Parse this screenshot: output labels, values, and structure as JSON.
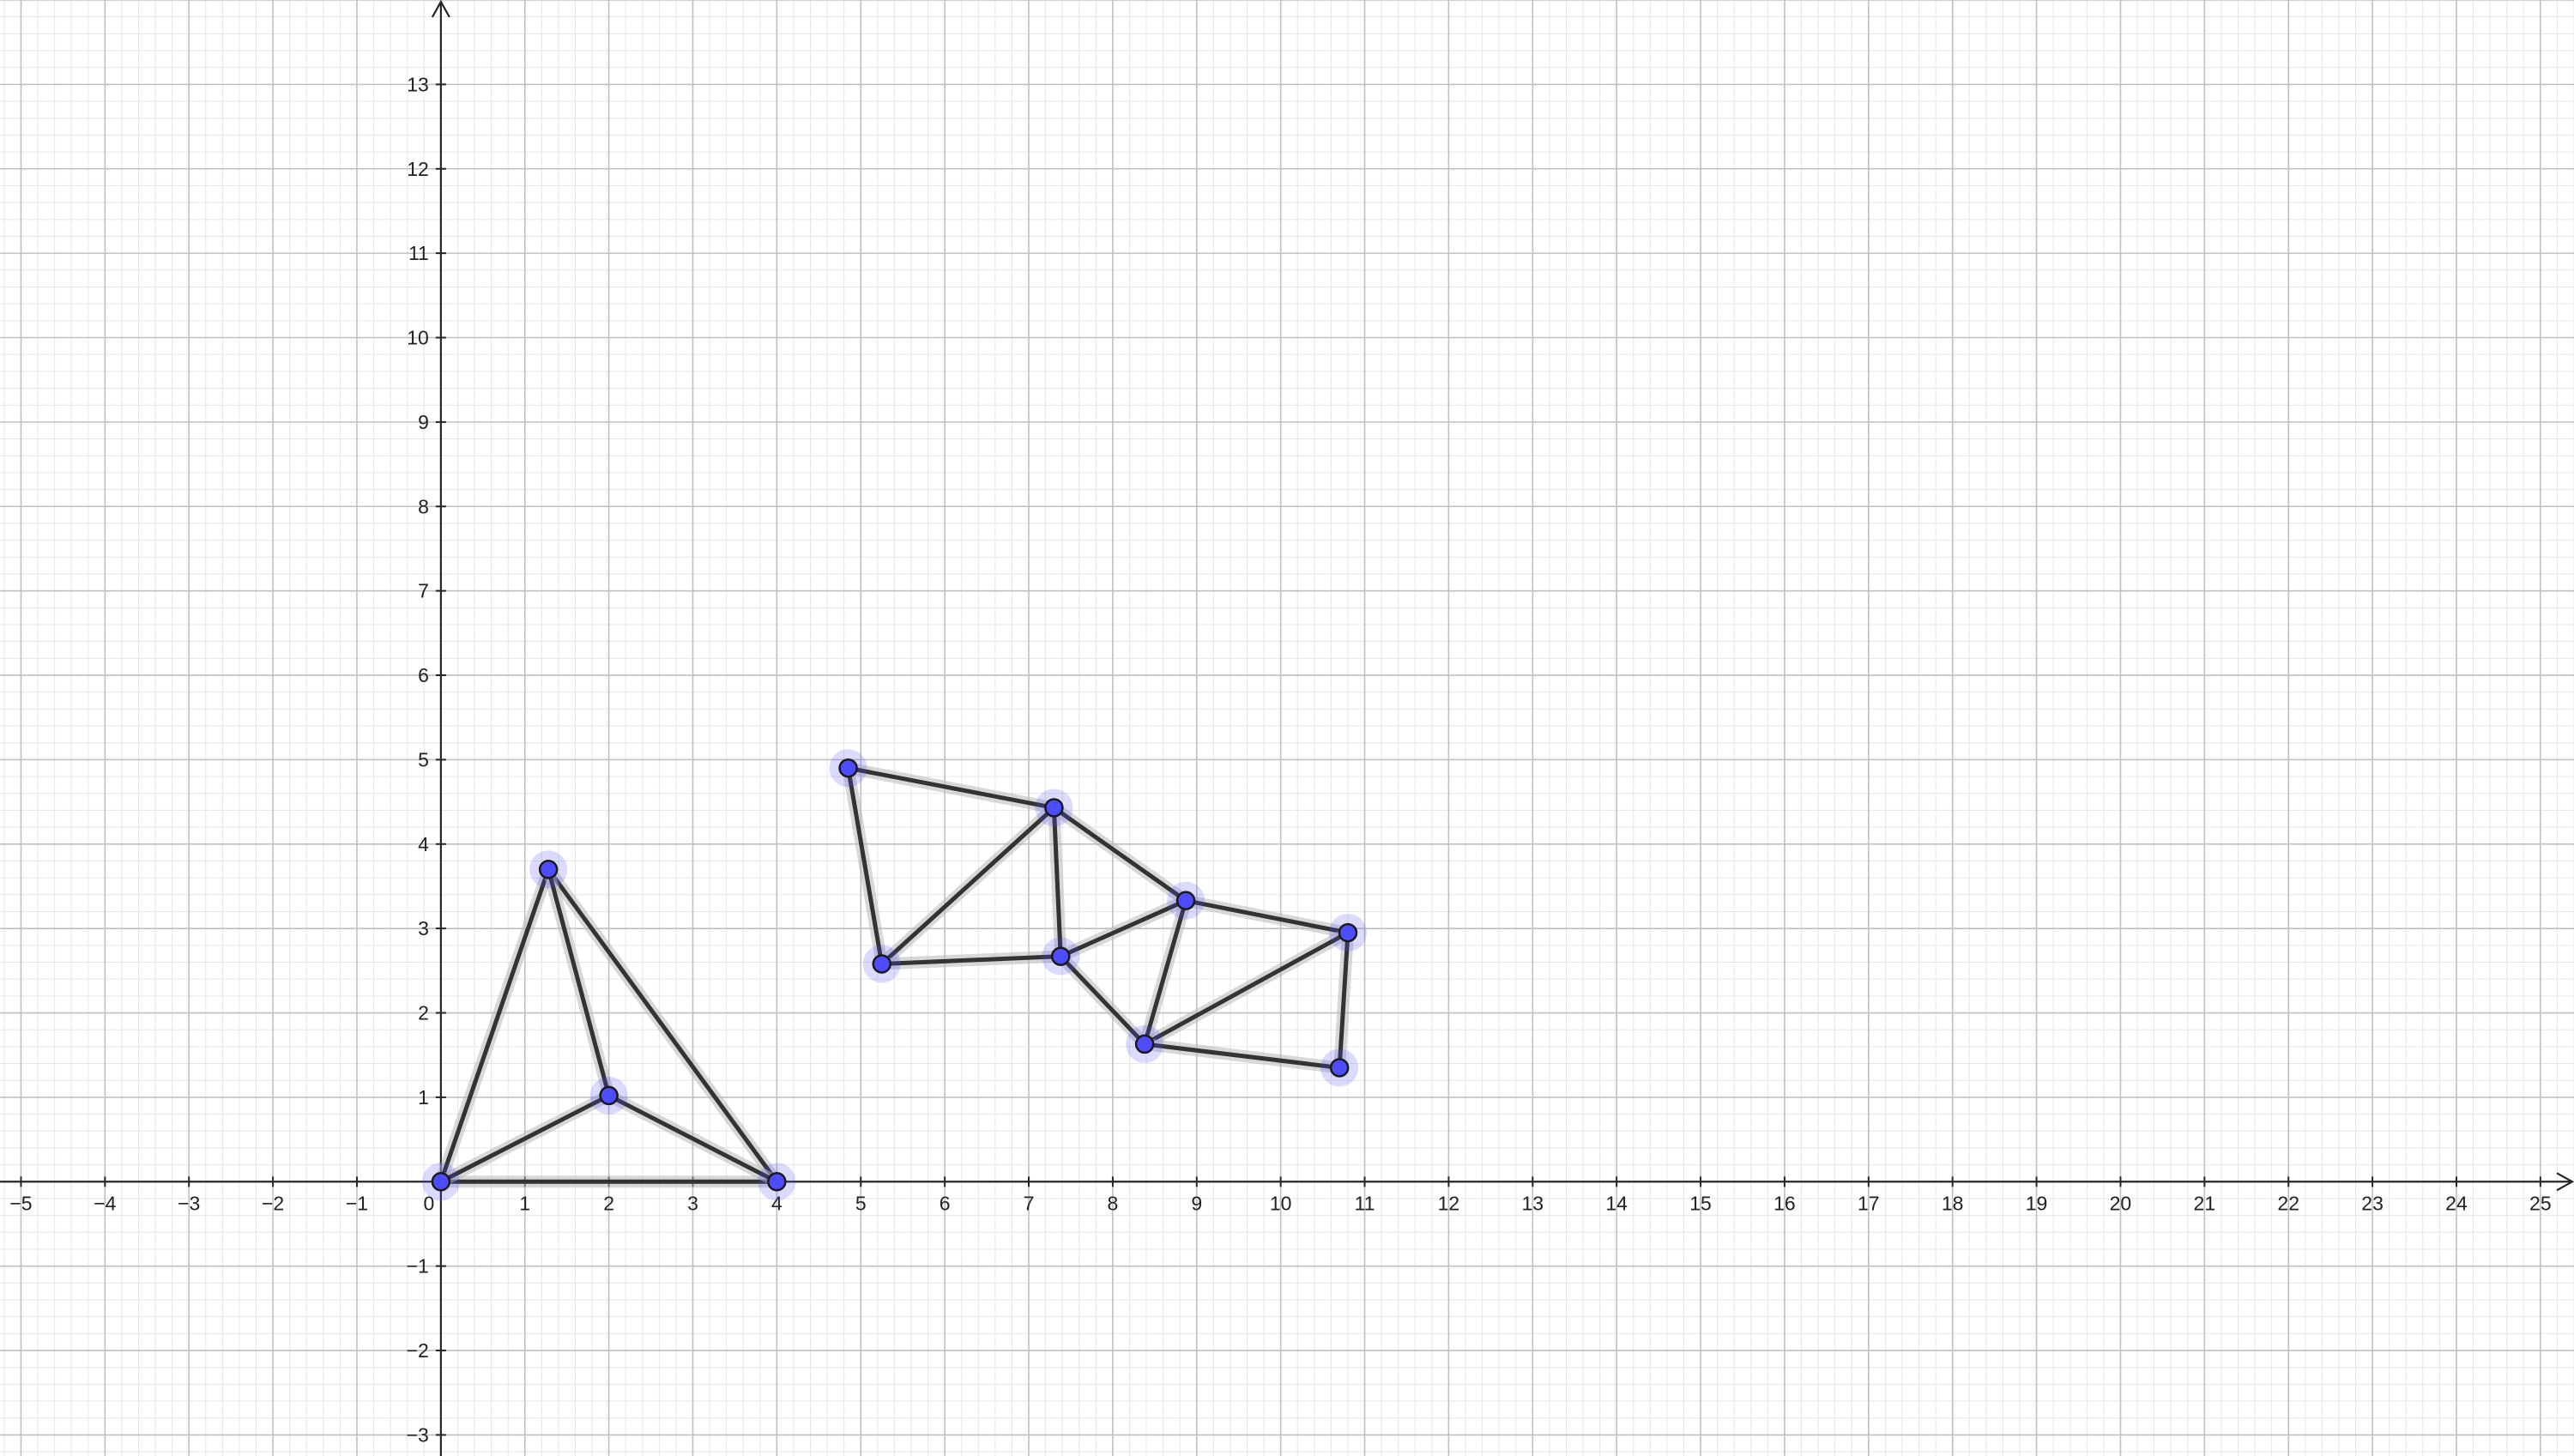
{
  "colors": {
    "background": "#ffffff",
    "grid_minor": "#e6e6e6",
    "grid_major": "#c0c0c0",
    "axis": "#252525",
    "edge": "#333333",
    "edge_halo": "#b8b8b8",
    "point_fill": "#4d4dff",
    "point_stroke": "#1a1a1a",
    "point_halo": "#4d4dff"
  },
  "chart_data": {
    "type": "graph",
    "xlim": [
      -5.25,
      25.4
    ],
    "ylim": [
      -3.25,
      14.0
    ],
    "grid": true,
    "x_ticks": [
      -5,
      -4,
      -3,
      -2,
      -1,
      0,
      1,
      2,
      3,
      4,
      5,
      6,
      7,
      8,
      9,
      10,
      11,
      12,
      13,
      14,
      15,
      16,
      17,
      18,
      19,
      20,
      21,
      22,
      23,
      24,
      25
    ],
    "y_ticks": [
      -3,
      -2,
      -1,
      1,
      2,
      3,
      4,
      5,
      6,
      7,
      8,
      9,
      10,
      11,
      12,
      13
    ],
    "x_tick_labels": [
      "−5",
      "−4",
      "−3",
      "−2",
      "−1",
      "0",
      "1",
      "2",
      "3",
      "4",
      "5",
      "6",
      "7",
      "8",
      "9",
      "10",
      "11",
      "12",
      "13",
      "14",
      "15",
      "16",
      "17",
      "18",
      "19",
      "20",
      "21",
      "22",
      "23",
      "24",
      "25"
    ],
    "y_tick_labels": [
      "−3",
      "−2",
      "−1",
      "1",
      "2",
      "3",
      "4",
      "5",
      "6",
      "7",
      "8",
      "9",
      "10",
      "11",
      "12",
      "13"
    ],
    "points": [
      [
        0,
        0
      ],
      [
        4,
        0
      ],
      [
        1.28,
        3.7
      ],
      [
        2.0,
        1.02
      ],
      [
        4.85,
        4.9
      ],
      [
        5.25,
        2.58
      ],
      [
        7.3,
        4.43
      ],
      [
        7.38,
        2.67
      ],
      [
        8.87,
        3.33
      ],
      [
        8.38,
        1.63
      ],
      [
        10.8,
        2.95
      ],
      [
        10.7,
        1.35
      ]
    ],
    "edges": [
      [
        0,
        1
      ],
      [
        0,
        2
      ],
      [
        1,
        2
      ],
      [
        0,
        3
      ],
      [
        1,
        3
      ],
      [
        2,
        3
      ],
      [
        4,
        6
      ],
      [
        4,
        5
      ],
      [
        5,
        6
      ],
      [
        5,
        7
      ],
      [
        6,
        7
      ],
      [
        6,
        8
      ],
      [
        7,
        8
      ],
      [
        7,
        9
      ],
      [
        8,
        9
      ],
      [
        8,
        10
      ],
      [
        9,
        10
      ],
      [
        9,
        11
      ],
      [
        10,
        11
      ]
    ]
  }
}
